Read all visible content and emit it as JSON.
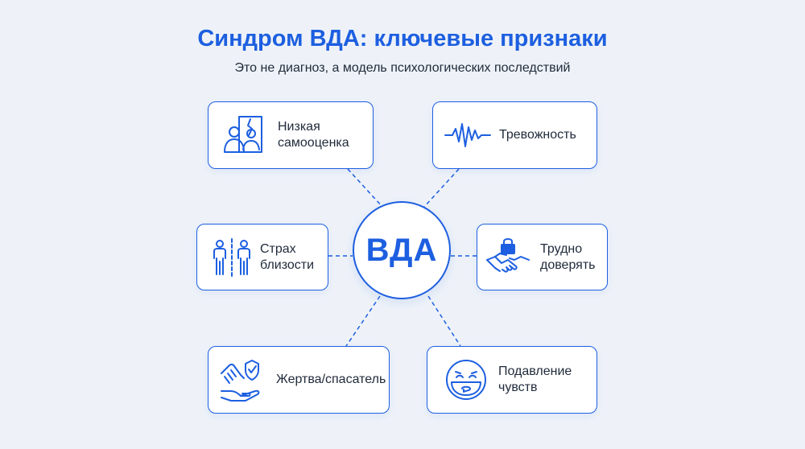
{
  "header": {
    "title": "Синдром ВДА: ключевые признаки",
    "subtitle": "Это не диагноз, а модель психологических последствий"
  },
  "center": {
    "label": "ВДА"
  },
  "nodes": {
    "low_self_esteem": {
      "line1": "Низкая",
      "line2": "самооценка",
      "icon": "mirror-reflection-icon"
    },
    "anxiety": {
      "line1": "Тревожность",
      "icon": "heartbeat-pulse-icon"
    },
    "fear_of_intimacy": {
      "line1": "Страх",
      "line2": "близости",
      "icon": "separated-people-icon"
    },
    "hard_to_trust": {
      "line1": "Трудно",
      "line2": "доверять",
      "icon": "locked-handshake-icon"
    },
    "victim_rescuer": {
      "line1": "Жертва/спасатель",
      "icon": "hands-shield-icon"
    },
    "suppressed_feelings": {
      "line1": "Подавление",
      "line2": "чувств",
      "icon": "masked-face-icon"
    }
  },
  "colors": {
    "accent": "#1d5fe0",
    "background": "#eef2f8",
    "text": "#1f2a3a"
  }
}
